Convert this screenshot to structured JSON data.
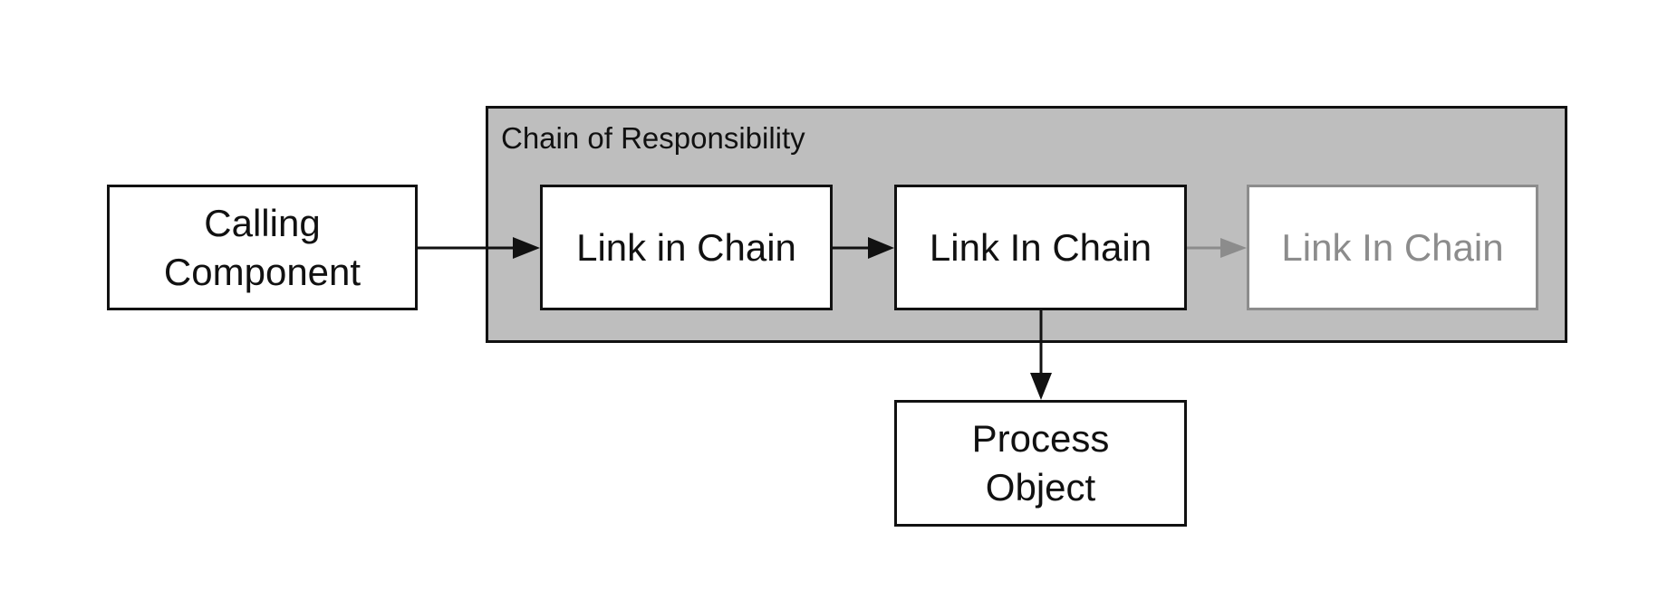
{
  "diagram": {
    "group": {
      "label": "Chain of Responsibility"
    },
    "nodes": {
      "calling": "Calling\nComponent",
      "link1": "Link in Chain",
      "link2": "Link In Chain",
      "link3": "Link In Chain",
      "process": "Process\nObject"
    },
    "colors": {
      "group_fill": "#bebebe",
      "stroke": "#111111",
      "faded": "#8c8c8c"
    }
  }
}
